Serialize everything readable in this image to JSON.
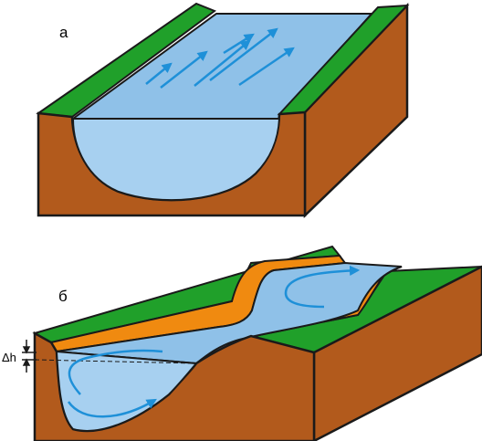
{
  "labels": {
    "a": "а",
    "b": "б",
    "delta_h": "Δh"
  },
  "colors": {
    "soil": "#b25a1c",
    "grass": "#20a02a",
    "water_surface": "#8fc1e8",
    "water_body": "#a7d0f0",
    "flow_arrow": "#1e90d8",
    "bank_deposit": "#f08a10",
    "outline": "#1a1a1a"
  }
}
